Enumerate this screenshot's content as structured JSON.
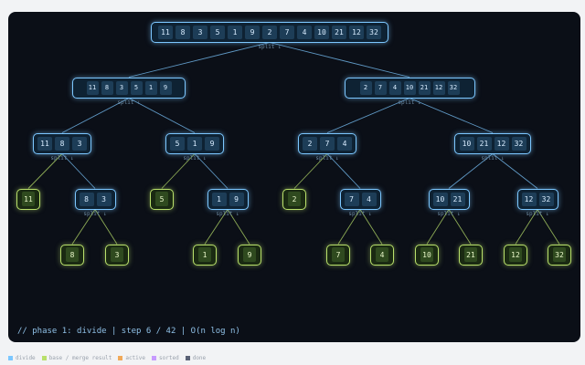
{
  "colors": {
    "divide": "#7cc7ff",
    "base": "#b9e06b",
    "active": "#f0a95a",
    "sorted": "#c79bff",
    "done": "#5a6275",
    "background": "#0b0f17"
  },
  "tree": {
    "root": {
      "values": [
        "11",
        "8",
        "3",
        "5",
        "1",
        "9",
        "2",
        "7",
        "4",
        "10",
        "21",
        "12",
        "32"
      ],
      "label": "split ↓"
    },
    "l1_left": {
      "values": [
        "11",
        "8",
        "3",
        "5",
        "1",
        "9"
      ],
      "label": "split ↓"
    },
    "l1_right": {
      "values": [
        "2",
        "7",
        "4",
        "10",
        "21",
        "12",
        "32"
      ],
      "label": "split ↓"
    },
    "l2_a": {
      "values": [
        "11",
        "8",
        "3"
      ],
      "label": "split ↓"
    },
    "l2_b": {
      "values": [
        "5",
        "1",
        "9"
      ],
      "label": "split ↓"
    },
    "l2_c": {
      "values": [
        "2",
        "7",
        "4"
      ],
      "label": "split ↓"
    },
    "l2_d": {
      "values": [
        "10",
        "21",
        "12",
        "32"
      ],
      "label": "split ↓"
    },
    "l3_a1": {
      "values": [
        "11"
      ]
    },
    "l3_a2": {
      "values": [
        "8",
        "3"
      ],
      "label": "split ↓"
    },
    "l3_b1": {
      "values": [
        "5"
      ]
    },
    "l3_b2": {
      "values": [
        "1",
        "9"
      ],
      "label": "split ↓"
    },
    "l3_c1": {
      "values": [
        "2"
      ]
    },
    "l3_c2": {
      "values": [
        "7",
        "4"
      ],
      "label": "split ↓"
    },
    "l3_d1": {
      "values": [
        "10",
        "21"
      ],
      "label": "split ↓"
    },
    "l3_d2": {
      "values": [
        "12",
        "32"
      ],
      "label": "split ↓"
    },
    "l4_1": {
      "values": [
        "8"
      ]
    },
    "l4_2": {
      "values": [
        "3"
      ]
    },
    "l4_3": {
      "values": [
        "1"
      ]
    },
    "l4_4": {
      "values": [
        "9"
      ]
    },
    "l4_5": {
      "values": [
        "7"
      ]
    },
    "l4_6": {
      "values": [
        "4"
      ]
    },
    "l4_7": {
      "values": [
        "10"
      ]
    },
    "l4_8": {
      "values": [
        "21"
      ]
    },
    "l4_9": {
      "values": [
        "12"
      ]
    },
    "l4_10": {
      "values": [
        "32"
      ]
    }
  },
  "status": "// phase 1: divide | step 6 / 42 | O(n log n)",
  "legend": {
    "divide": "divide",
    "base": "base / merge result",
    "active": "active",
    "sorted": "sorted",
    "done": "done"
  }
}
